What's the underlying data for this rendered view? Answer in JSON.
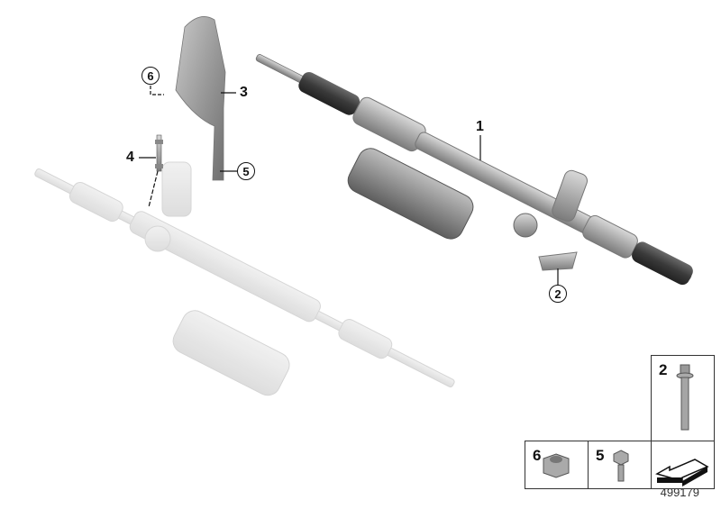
{
  "diagram": {
    "type": "exploded-parts-diagram",
    "subject": "Electric power steering rack",
    "reference_number": "499179",
    "callouts": [
      {
        "id": "1",
        "label": "1",
        "style": "plain",
        "part": "steering-gear"
      },
      {
        "id": "2",
        "label": "2",
        "style": "circled",
        "part": "bolt"
      },
      {
        "id": "3",
        "label": "3",
        "style": "plain",
        "part": "heat-shield"
      },
      {
        "id": "4",
        "label": "4",
        "style": "plain",
        "part": "stud-bolt"
      },
      {
        "id": "5",
        "label": "5",
        "style": "circled",
        "part": "hex-bolt-with-washer"
      },
      {
        "id": "6",
        "label": "6",
        "style": "circled",
        "part": "hex-collar-nut"
      }
    ],
    "legend": [
      {
        "label": "2",
        "part": "bolt"
      },
      {
        "label": "6",
        "part": "hex-collar-nut"
      },
      {
        "label": "5",
        "part": "hex-bolt-with-washer"
      },
      {
        "label": "",
        "part": "direction-arrow"
      }
    ]
  }
}
